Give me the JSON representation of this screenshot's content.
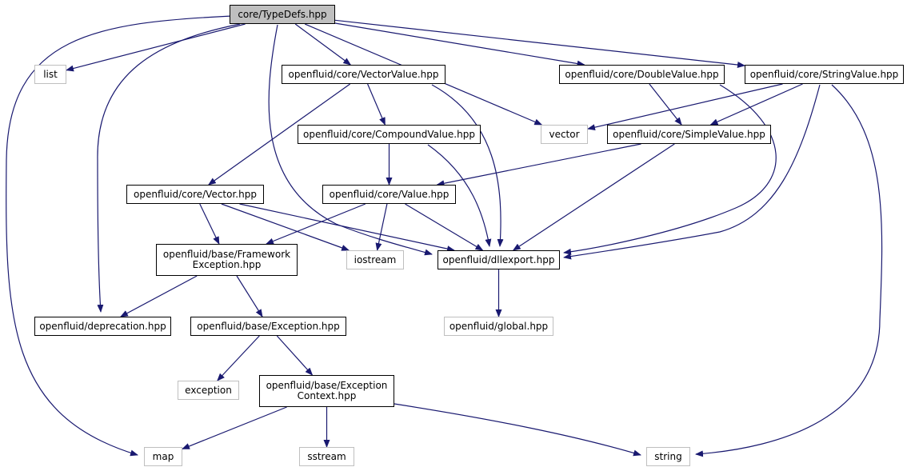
{
  "colors": {
    "edge": "#191970",
    "root_fill": "#bfbfbf",
    "node_border": "#000000",
    "external_border": "#bfbfbf"
  },
  "nodes": [
    {
      "id": "typedefs",
      "label": "core/TypeDefs.hpp",
      "kind": "root"
    },
    {
      "id": "list",
      "label": "list",
      "kind": "external"
    },
    {
      "id": "vectorvalue",
      "label": "openfluid/core/VectorValue.hpp",
      "kind": "file"
    },
    {
      "id": "doublevalue",
      "label": "openfluid/core/DoubleValue.hpp",
      "kind": "file"
    },
    {
      "id": "stringvalue",
      "label": "openfluid/core/StringValue.hpp",
      "kind": "file"
    },
    {
      "id": "compoundvalue",
      "label": "openfluid/core/CompoundValue.hpp",
      "kind": "file"
    },
    {
      "id": "vector_std",
      "label": "vector",
      "kind": "external"
    },
    {
      "id": "simplevalue",
      "label": "openfluid/core/SimpleValue.hpp",
      "kind": "file"
    },
    {
      "id": "vector_core",
      "label": "openfluid/core/Vector.hpp",
      "kind": "file"
    },
    {
      "id": "value",
      "label": "openfluid/core/Value.hpp",
      "kind": "file"
    },
    {
      "id": "frameworkexc",
      "label": "openfluid/base/Framework\nException.hpp",
      "kind": "file"
    },
    {
      "id": "iostream",
      "label": "iostream",
      "kind": "external"
    },
    {
      "id": "dllexport",
      "label": "openfluid/dllexport.hpp",
      "kind": "file"
    },
    {
      "id": "deprecation",
      "label": "openfluid/deprecation.hpp",
      "kind": "file"
    },
    {
      "id": "exception_base",
      "label": "openfluid/base/Exception.hpp",
      "kind": "file"
    },
    {
      "id": "global",
      "label": "openfluid/global.hpp",
      "kind": "external"
    },
    {
      "id": "exception_std",
      "label": "exception",
      "kind": "external"
    },
    {
      "id": "exccontext",
      "label": "openfluid/base/Exception\nContext.hpp",
      "kind": "file"
    },
    {
      "id": "map",
      "label": "map",
      "kind": "external"
    },
    {
      "id": "sstream",
      "label": "sstream",
      "kind": "external"
    },
    {
      "id": "string",
      "label": "string",
      "kind": "external"
    }
  ],
  "edges": [
    [
      "typedefs",
      "list"
    ],
    [
      "typedefs",
      "vectorvalue"
    ],
    [
      "typedefs",
      "doublevalue"
    ],
    [
      "typedefs",
      "stringvalue"
    ],
    [
      "typedefs",
      "vector_std"
    ],
    [
      "typedefs",
      "dllexport"
    ],
    [
      "typedefs",
      "deprecation"
    ],
    [
      "typedefs",
      "map"
    ],
    [
      "vectorvalue",
      "compoundvalue"
    ],
    [
      "vectorvalue",
      "vector_core"
    ],
    [
      "vectorvalue",
      "dllexport"
    ],
    [
      "doublevalue",
      "simplevalue"
    ],
    [
      "doublevalue",
      "dllexport"
    ],
    [
      "stringvalue",
      "vector_std"
    ],
    [
      "stringvalue",
      "simplevalue"
    ],
    [
      "stringvalue",
      "dllexport"
    ],
    [
      "stringvalue",
      "string"
    ],
    [
      "compoundvalue",
      "value"
    ],
    [
      "compoundvalue",
      "dllexport"
    ],
    [
      "simplevalue",
      "value"
    ],
    [
      "simplevalue",
      "dllexport"
    ],
    [
      "vector_core",
      "frameworkexc"
    ],
    [
      "vector_core",
      "iostream"
    ],
    [
      "vector_core",
      "dllexport"
    ],
    [
      "value",
      "frameworkexc"
    ],
    [
      "value",
      "iostream"
    ],
    [
      "value",
      "dllexport"
    ],
    [
      "frameworkexc",
      "deprecation"
    ],
    [
      "frameworkexc",
      "exception_base"
    ],
    [
      "dllexport",
      "global"
    ],
    [
      "exception_base",
      "exception_std"
    ],
    [
      "exception_base",
      "exccontext"
    ],
    [
      "exccontext",
      "map"
    ],
    [
      "exccontext",
      "sstream"
    ],
    [
      "exccontext",
      "string"
    ]
  ]
}
